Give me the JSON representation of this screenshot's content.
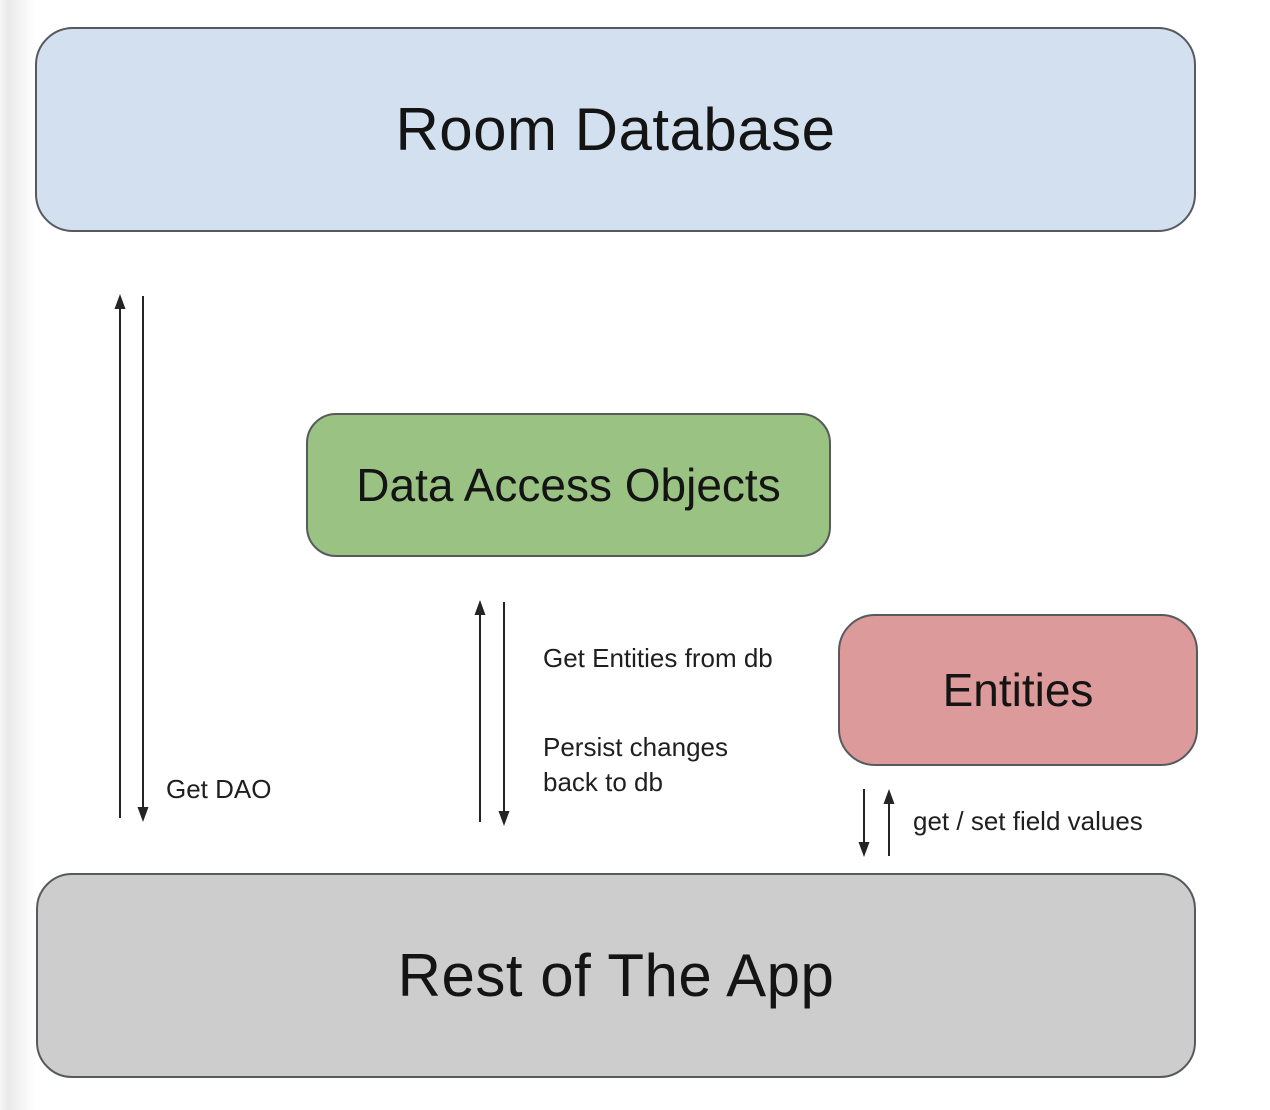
{
  "colors": {
    "room_database_fill": "#d2e0f0",
    "dao_fill": "#9ac283",
    "entities_fill": "#dd9a9a",
    "rest_of_app_fill": "#cdcdcd",
    "node_border": "#565a5e",
    "arrow": "#242424",
    "background": "#ffffff"
  },
  "nodes": [
    {
      "id": "room-database",
      "label": "Room Database"
    },
    {
      "id": "data-access-objects",
      "label": "Data Access Objects"
    },
    {
      "id": "entities",
      "label": "Entities"
    },
    {
      "id": "rest-of-the-app",
      "label": "Rest of The App"
    }
  ],
  "edges": [
    {
      "id": "get-dao",
      "label": "Get DAO",
      "from": "rest-of-the-app",
      "to": "room-database",
      "direction": "both"
    },
    {
      "id": "get-entities-from-db",
      "label": "Get Entities from db",
      "from": "rest-of-the-app",
      "to": "data-access-objects",
      "direction": "both"
    },
    {
      "id": "persist-changes",
      "label": "Persist changes back to db",
      "from": "rest-of-the-app",
      "to": "data-access-objects",
      "direction": "both"
    },
    {
      "id": "get-set-field-values",
      "label": "get / set field values",
      "from": "rest-of-the-app",
      "to": "entities",
      "direction": "both"
    }
  ]
}
